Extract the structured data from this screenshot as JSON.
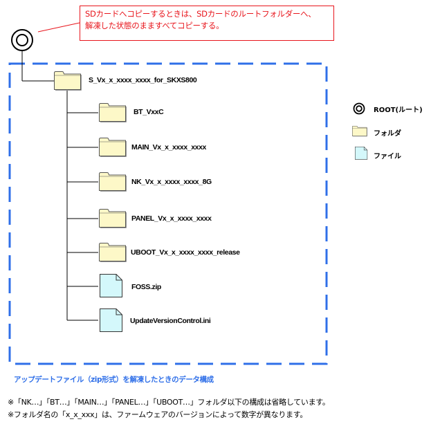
{
  "callout": {
    "line1": "SDカードへコピーするときは、SDカードのルートフォルダーへ、",
    "line2": "解凍した状態のまますべてコピーする。"
  },
  "tree": {
    "root_icon": "root-icon",
    "top_folder": "S_Vx_x_xxxx_xxxx_for_SKXS800",
    "children": [
      {
        "type": "folder",
        "name": "BT_VxxC"
      },
      {
        "type": "folder",
        "name": "MAIN_Vx_x_xxxx_xxxx"
      },
      {
        "type": "folder",
        "name": "NK_Vx_x_xxxx_xxxx_8G"
      },
      {
        "type": "folder",
        "name": "PANEL_Vx_x_xxxx_xxxx"
      },
      {
        "type": "folder",
        "name": "UBOOT_Vx_x_xxxx_xxxx_release"
      },
      {
        "type": "file",
        "name": "FOSS.zip"
      },
      {
        "type": "file",
        "name": "UpdateVersionControl.ini"
      }
    ]
  },
  "legend": {
    "items": [
      {
        "icon": "root-icon",
        "label": "ROOT(ルート)"
      },
      {
        "icon": "folder-icon",
        "label": "フォルダ"
      },
      {
        "icon": "file-icon",
        "label": "ファイル"
      }
    ]
  },
  "caption": "アップデートファイル（zip形式）を解凍したときのデータ構成",
  "notes": [
    "※「NK…」「BT…」「MAIN…」「PANEL…」「UBOOT…」フォルダ以下の構成は省略しています。",
    "※フォルダ名の「x_x_xxx」は、ファームウェアのバージョンによって数字が異なります。"
  ],
  "colors": {
    "callout": "#e8141b",
    "dashed_box": "#2f6fe8",
    "folder_fill": "#fdf8c8",
    "file_fill": "#d4f8fb",
    "caption": "#2f6fe8"
  }
}
